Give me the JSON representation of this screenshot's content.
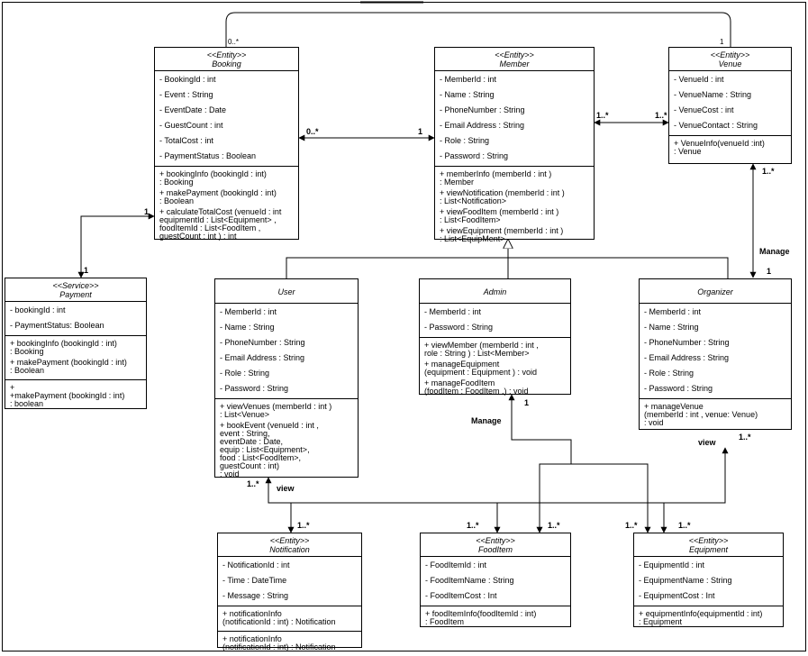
{
  "classes": {
    "booking": {
      "stereotype": "<<Entity>>",
      "name": "Booking",
      "attributes": [
        "- BookingId : int",
        "- Event : String",
        "- EventDate : Date",
        "- GuestCount : int",
        "- TotalCost : int",
        "- PaymentStatus : Boolean"
      ],
      "operations": [
        "+ bookingInfo (bookingId : int)\n   : Booking",
        "+ makePayment (bookingId : int)\n   : Boolean",
        "+ calculateTotalCost (venueId : int\n equipmentId : List<Equipment> ,\n foodItemId : List<FoodItem ,\n guestCount : int ) : int"
      ]
    },
    "member": {
      "stereotype": "<<Entity>>",
      "name": "Member",
      "attributes": [
        "- MemberId : int",
        "- Name : String",
        "- PhoneNumber : String",
        "- Email Address : String",
        "- Role : String",
        "- Password : String"
      ],
      "operations": [
        "+ memberInfo (memberId : int )\n   : Member",
        "+ viewNotification (memberId : int )\n   : List<Notification>",
        "+ viewFoodItem (memberId : int )\n   : List<FoodItem>",
        "+ viewEquipment (memberId : int )\n   : List<EquipMent>"
      ]
    },
    "venue": {
      "stereotype": "<<Entity>>",
      "name": "Venue",
      "attributes": [
        "- VenueId : int",
        "- VenueName : String",
        "- VenueCost : int",
        "- VenueContact : String"
      ],
      "operations": [
        "+ VenueInfo(venueId :int)\n        : Venue"
      ]
    },
    "payment": {
      "stereotype": "<<Service>>",
      "name": "Payment",
      "attributes": [
        "- bookingId : int",
        "- PaymentStatus: Boolean"
      ],
      "operations": [
        "+ bookingInfo (bookingId : int)\n   : Booking",
        "+ makePayment (bookingId : int)\n   : Boolean"
      ],
      "extra": "+\n+makePayment (bookingId : int)\n   : boolean"
    },
    "user": {
      "stereotype": "",
      "name": "User",
      "attributes": [
        "- MemberId : int",
        "- Name : String",
        "- PhoneNumber : String",
        "- Email Address : String",
        "- Role : String",
        "- Password : String"
      ],
      "operations": [
        "+ viewVenues (memberId : int )\n   : List<Venue>",
        "+ bookEvent (venueId : int ,\n event : String,\n eventDate : Date,\n equip : List<Equipment>,\n food : List<FoodItem>,\n guestCount : int)\n   : void"
      ]
    },
    "admin": {
      "stereotype": "",
      "name": "Admin",
      "attributes": [
        "- MemberId : int",
        "- Password : String"
      ],
      "operations": [
        "+ viewMember (memberId : int ,\n role : String ) : List<Member>",
        "+ manageEquipment\n (equipment : Equipment ) : void",
        "+ manageFoodItem\n (foodItem : FoodItem ,) : void"
      ]
    },
    "organizer": {
      "stereotype": "",
      "name": "Organizer",
      "attributes": [
        "- MemberId : int",
        "- Name : String",
        "- PhoneNumber : String",
        "- Email Address : String",
        "- Role : String",
        "- Password : String"
      ],
      "operations": [
        "+ manageVenue\n(memberId : int , venue: Venue)\n   : void"
      ]
    },
    "notification": {
      "stereotype": "<<Entity>>",
      "name": "Notification",
      "attributes": [
        "- NotificationId : int",
        "- Time : DateTime",
        "- Message : String"
      ],
      "operations": [
        " + notificationInfo\n(notificationId : int) : Notification"
      ],
      "extra": " + notificationInfo\n(notificationId : int) : Notification"
    },
    "fooditem": {
      "stereotype": "<<Entity>>",
      "name": "FoodItem",
      "attributes": [
        "- FoodItemId : int",
        "- FoodItemName : String",
        "- FoodItemCost : Int"
      ],
      "operations": [
        "+ foodItemInfo(foodItemId : int)\n       : FoodItem"
      ]
    },
    "equipment": {
      "stereotype": "<<Entity>>",
      "name": "Equipment",
      "attributes": [
        "- EquipmentId : int",
        "- EquipmentName : String",
        "- EquipmentCost : Int"
      ],
      "operations": [
        "+ equipmentInfo(equipmentId : int)\n       : Equipment"
      ]
    }
  },
  "labels": {
    "booking_venue_booking_end": "0..*",
    "booking_venue_venue_end": "1",
    "booking_member_booking_end": "0..*",
    "booking_member_member_end": "1",
    "member_venue_member_end": "1..*",
    "member_venue_venue_end": "1..*",
    "booking_payment_booking_end": "1",
    "booking_payment_payment_end": "1",
    "venue_organizer_venue_end": "1..*",
    "manage_organizer_venue": "Manage",
    "venue_organizer_organizer_end": "1",
    "admin_manage": "Manage",
    "admin_end": "1",
    "organizer_view": "view",
    "organizer_end": "1..*",
    "user_end": "1..*",
    "user_view": "view",
    "notification_end": "1..*",
    "fooditem_end_left": "1..*",
    "fooditem_end_right": "1..*",
    "equipment_end_left": "1..*",
    "equipment_end_right": "1..*"
  }
}
